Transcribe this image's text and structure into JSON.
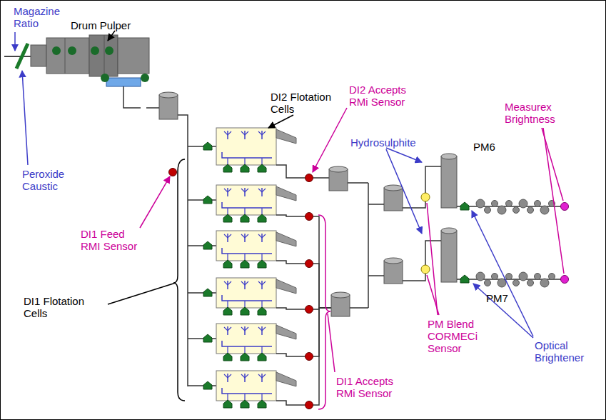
{
  "diagram": {
    "labels": [
      "Magazine Ratio",
      "Drum Pulper",
      "Peroxide Caustic",
      "DI1 Feed RMI Sensor",
      "DI1 Flotation Cells",
      "DI2 Flotation Cells",
      "DI2 Accepts RMi Sensor",
      "Hydrosulphite",
      "PM6",
      "Measurex Brightness",
      "PM Blend CORMECi Sensor",
      "PM7",
      "Optical Brightener",
      "DI1 Accepts RMi Sensor"
    ]
  }
}
